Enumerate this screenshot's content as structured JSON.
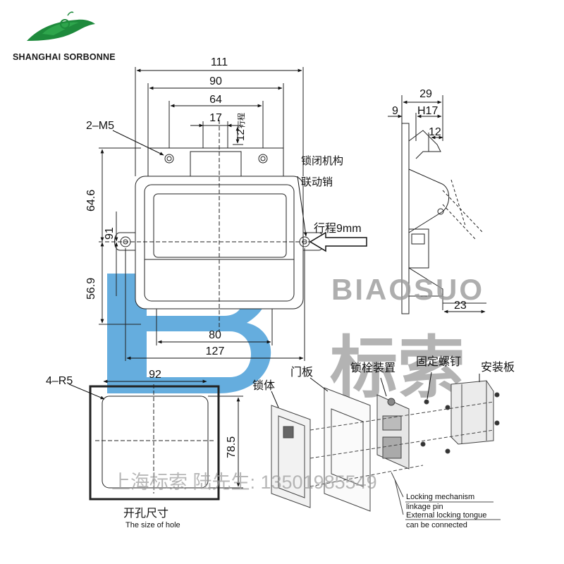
{
  "brand": {
    "name": "SHANGHAI SORBONNE",
    "logo_color": "#1e8a3c"
  },
  "front_view": {
    "dims": {
      "width_overall": "111",
      "width_inner": "90",
      "bolt_spacing": "64",
      "bolt_width": "17",
      "bolt_stroke": "12",
      "stroke_label": "行程",
      "thread": "2–M5",
      "height_upper": "64.6",
      "height_total": "91",
      "height_lower": "56.9",
      "bottom_inner": "80",
      "bottom_outer": "127"
    },
    "labels": {
      "locking_mechanism": "锁闭机构",
      "linkage_pin": "联动销",
      "travel": "行程9mm"
    }
  },
  "side_view": {
    "dims": {
      "depth_total": "29",
      "offset": "9",
      "handle_height": "H17",
      "flange": "12",
      "bottom": "23"
    }
  },
  "cutout": {
    "radius": "4–R5",
    "width": "92",
    "height": "78.5",
    "title_cn": "开孔尺寸",
    "title_en": "The size of hole"
  },
  "exploded": {
    "lock_body": "锁体",
    "door_panel": "门板",
    "bolt_device": "锁栓装置",
    "fixing_screw": "固定螺钉",
    "mounting_plate": "安装板",
    "note_line1": "Locking mechanism",
    "note_line2": "linkage pin",
    "note_line3": "External locking tongue",
    "note_line4": "can be connected"
  },
  "watermark": {
    "brand_en": "BIAOSUO",
    "brand_cn": "标索",
    "contact": "上海标索  陆先生: 13501985549",
    "color_blue": "#4a9fd8"
  }
}
